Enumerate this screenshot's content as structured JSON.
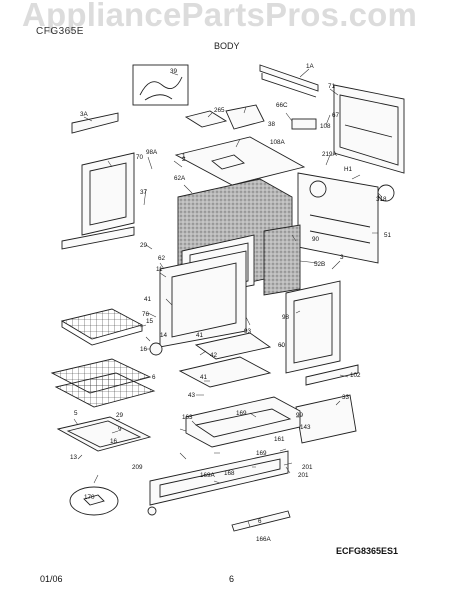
{
  "header": {
    "watermark": "AppliancePartsPros.com",
    "model": "CFG365E",
    "section_title": "BODY"
  },
  "reference_code": "ECFG8365ES1",
  "footer": {
    "date": "01/06",
    "page": "6"
  },
  "part_labels": [
    "1A",
    "71",
    "39",
    "265",
    "66C",
    "108",
    "67",
    "3A",
    "38",
    "108A",
    "1",
    "70",
    "98A",
    "219A",
    "H1",
    "37",
    "2",
    "62A",
    "318",
    "29",
    "90",
    "51",
    "62",
    "11",
    "52B",
    "3",
    "41",
    "76",
    "98",
    "41",
    "15",
    "14",
    "16",
    "42",
    "93",
    "60",
    "41",
    "102",
    "43",
    "6",
    "29",
    "33",
    "163",
    "169",
    "5",
    "9",
    "99",
    "161",
    "16",
    "169",
    "143",
    "13",
    "209",
    "168",
    "201",
    "170",
    "169A",
    "201",
    "6",
    "166A"
  ],
  "colors": {
    "line": "#222222",
    "insulation": "#9a9a9a",
    "watermark": "#969696"
  }
}
